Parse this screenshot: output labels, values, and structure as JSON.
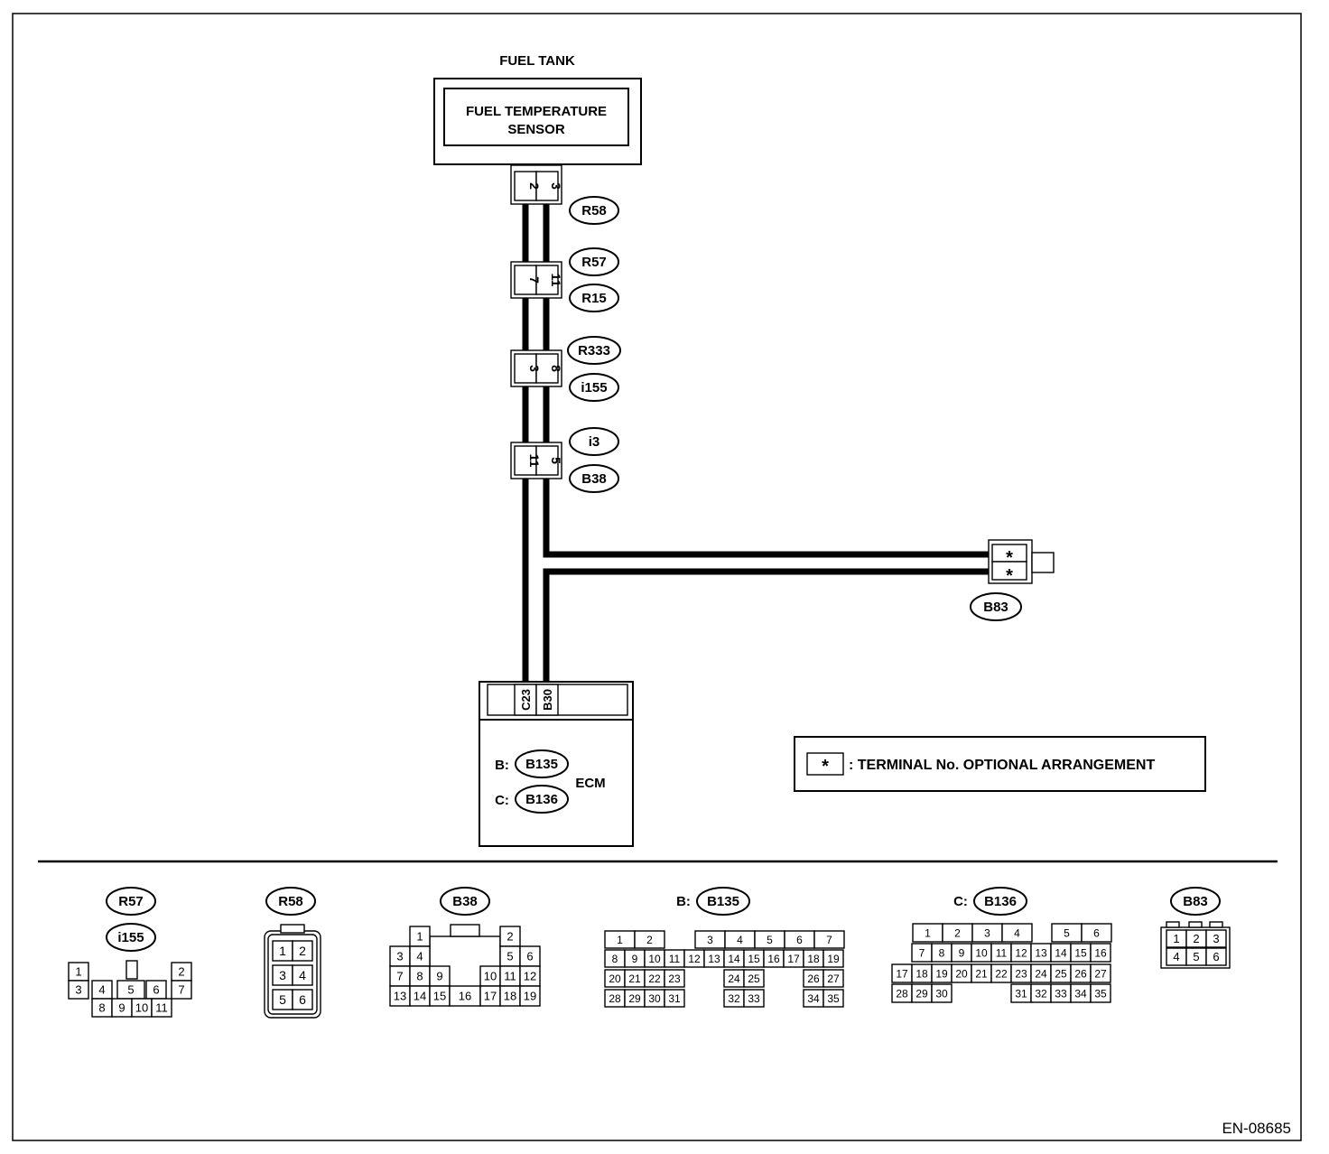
{
  "diagram": {
    "fuel_tank_label": "FUEL TANK",
    "sensor_label": [
      "FUEL TEMPERATURE",
      "SENSOR"
    ],
    "sensor_pins": [
      "2",
      "3"
    ],
    "inline_connectors": [
      {
        "pins": [
          "7",
          "11"
        ],
        "codes": [
          "R57",
          "R15"
        ]
      },
      {
        "pins": [
          "3",
          "8"
        ],
        "codes": [
          "R333",
          "i155"
        ]
      },
      {
        "pins": [
          "11",
          "5"
        ],
        "codes": [
          "i3",
          "B38"
        ]
      }
    ],
    "sensor_code": "R58",
    "branch_connector": {
      "pins": [
        "*",
        "*"
      ],
      "code": "B83"
    },
    "ecm": {
      "label": "ECM",
      "pins": [
        "C23",
        "B30"
      ],
      "connectors": [
        {
          "prefix": "B:",
          "code": "B135"
        },
        {
          "prefix": "C:",
          "code": "B136"
        }
      ]
    },
    "legend": {
      "symbol": "*",
      "text": ": TERMINAL No. OPTIONAL ARRANGEMENT"
    }
  },
  "connector_views": [
    {
      "codes": [
        "R57",
        "i155"
      ],
      "prefix": ""
    },
    {
      "codes": [
        "R58"
      ],
      "prefix": ""
    },
    {
      "codes": [
        "B38"
      ],
      "prefix": ""
    },
    {
      "codes": [
        "B135"
      ],
      "prefix": "B:"
    },
    {
      "codes": [
        "B136"
      ],
      "prefix": "C:"
    },
    {
      "codes": [
        "B83"
      ],
      "prefix": ""
    }
  ],
  "doc_id": "EN-08685"
}
